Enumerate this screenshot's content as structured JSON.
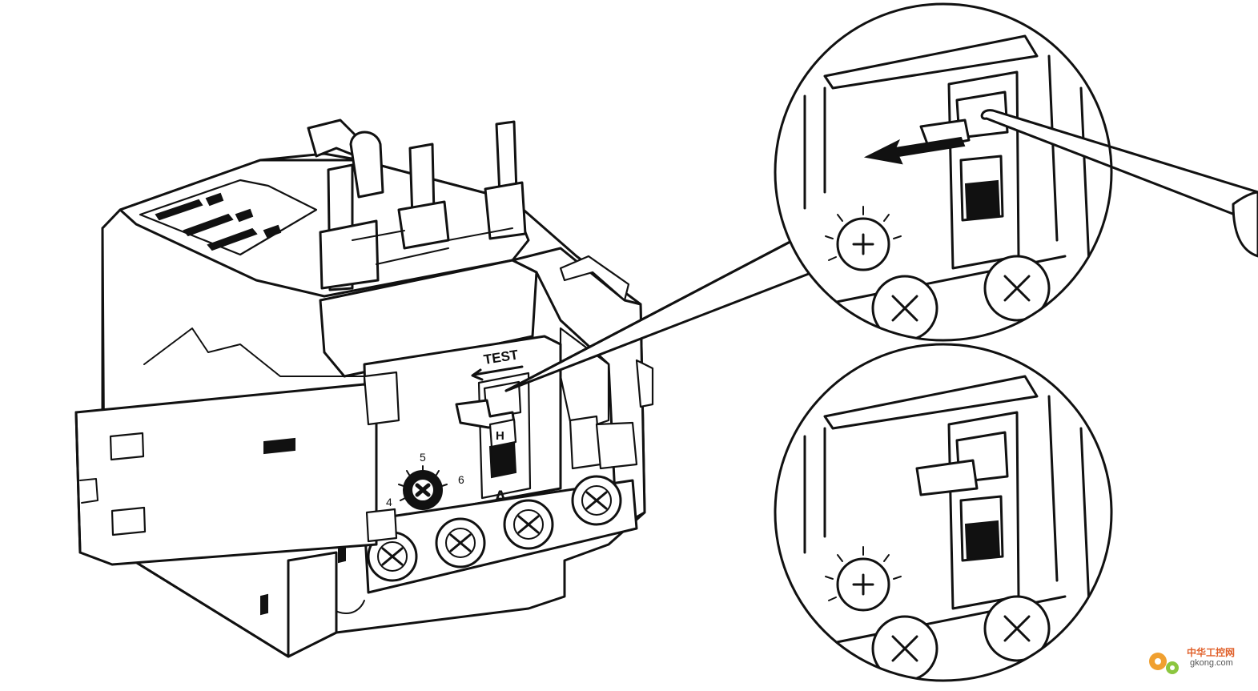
{
  "diagram": {
    "labels": {
      "test": "TEST",
      "h": "H",
      "a": "A",
      "dial_min": "4",
      "dial_mid": "5",
      "dial_max": "6"
    },
    "watermark": {
      "site_name": "中华工控网",
      "url": "gkong.com"
    }
  }
}
